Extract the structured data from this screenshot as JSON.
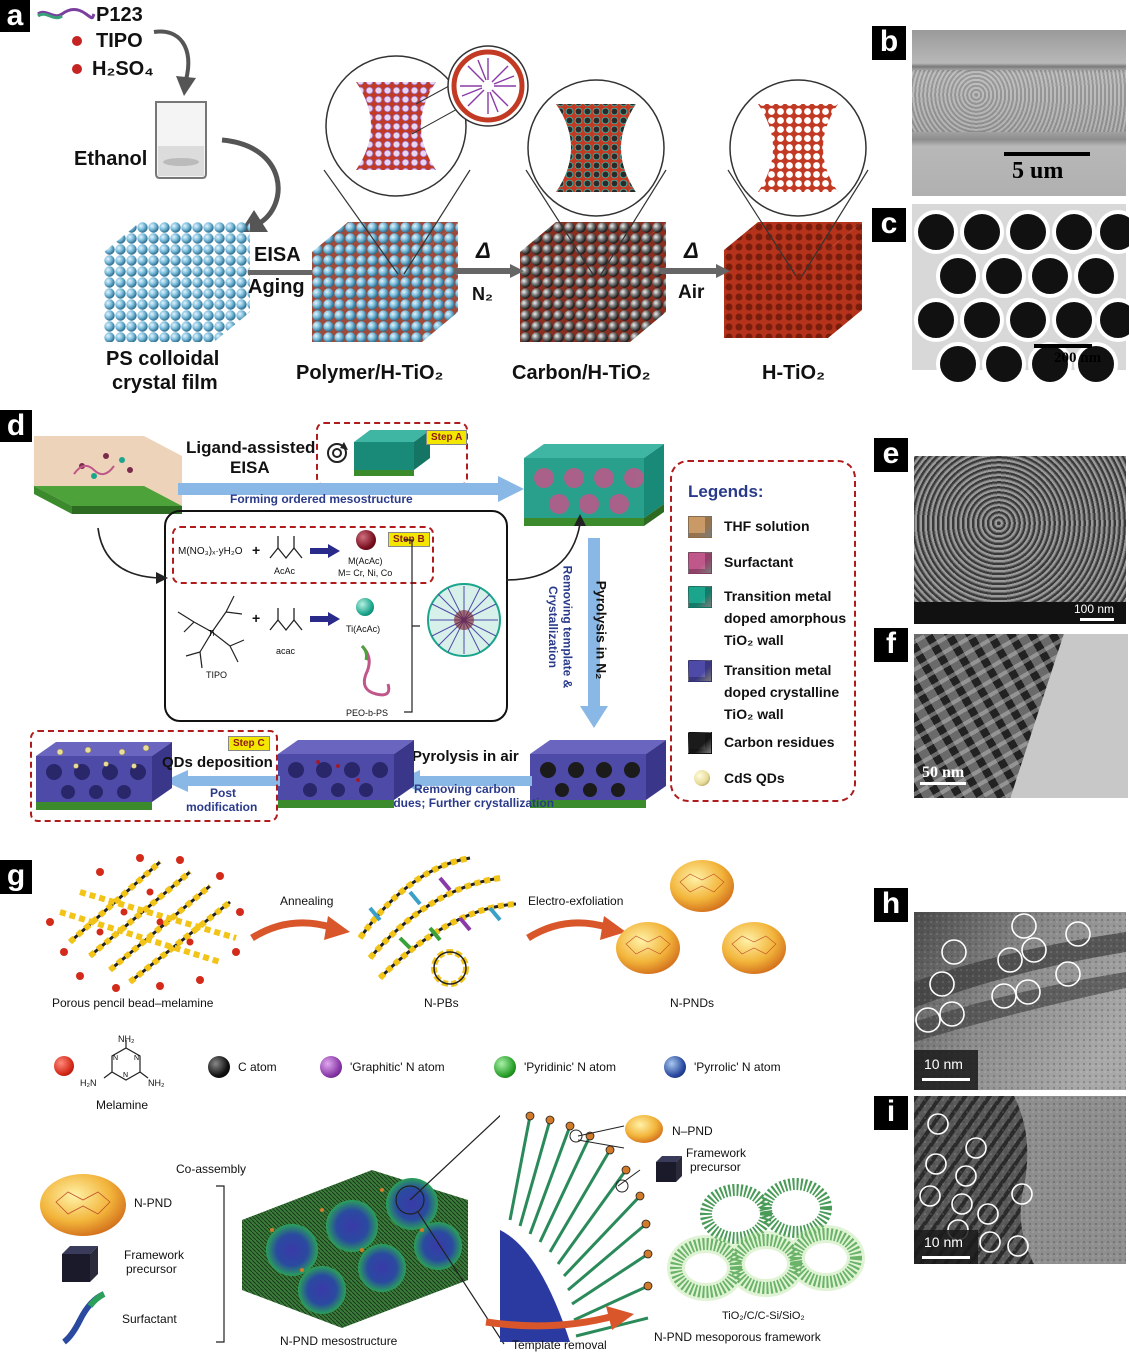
{
  "panels": {
    "a": "a",
    "b": "b",
    "c": "c",
    "d": "d",
    "e": "e",
    "f": "f",
    "g": "g",
    "h": "h",
    "i": "i"
  },
  "panel_a": {
    "reagents": [
      "P123",
      "TIPO",
      "H₂SO₄"
    ],
    "solvent": "Ethanol",
    "step1_top": "EISA",
    "step1_bottom": "Aging",
    "step2_top": "Δ",
    "step2_bottom": "N₂",
    "step3_top": "Δ",
    "step3_bottom": "Air",
    "stage1_line1": "PS colloidal",
    "stage1_line2": "crystal film",
    "stage2": "Polymer/H-TiO₂",
    "stage3": "Carbon/H-TiO₂",
    "stage4": "H-TiO₂"
  },
  "panel_b": {
    "scale": "5 um"
  },
  "panel_c": {
    "scale": "200 nm"
  },
  "panel_d": {
    "top_label_line1": "Ligand-assisted",
    "top_label_line2": "EISA",
    "step_a": "Step A",
    "arrow_top": "Forming ordered mesostructure",
    "step_b": "Step B",
    "eq1_left": "M(NO₃)ₓ·yH₂O",
    "eq1_reagent": "AcAc",
    "eq1_product": "M(AcAc)",
    "eq1_metals": "M= Cr, Ni, Co",
    "eq2_reagent": "acac",
    "eq2_left": "TIPO",
    "eq2_product": "Ti(AcAc)",
    "polymer": "PEO-b-PS",
    "pyrolysis_n2": "Pyrolysis in N₂",
    "removing_template": "Removing template &",
    "crystallization": "Crystallization",
    "pyrolysis_air": "Pyrolysis in air",
    "removing_carbon_1": "Removing carbon",
    "removing_carbon_2": "residues; Further crystallization",
    "step_c": "Step C",
    "qds": "QDs deposition",
    "post_1": "Post",
    "post_2": "modification",
    "legends_title": "Legends:",
    "legends": [
      {
        "label": [
          "THF solution"
        ],
        "color": "#c99a66"
      },
      {
        "label": [
          "Surfactant"
        ],
        "color": "#c0578a"
      },
      {
        "label": [
          "Transition metal",
          "doped amorphous",
          "TiO₂ wall"
        ],
        "color": "#1aa58c"
      },
      {
        "label": [
          "Transition metal",
          "doped crystalline",
          "TiO₂ wall"
        ],
        "color": "#4e4aa8"
      },
      {
        "label": [
          "Carbon residues"
        ],
        "color": "#1b1b1b"
      },
      {
        "label": [
          "CdS QDs"
        ],
        "color": "#e8dd9a"
      }
    ]
  },
  "panel_e": {
    "scale": "100 nm"
  },
  "panel_f": {
    "scale": "50 nm"
  },
  "panel_g": {
    "stage1": "Porous pencil bead–melamine",
    "arrow1": "Annealing",
    "stage2": "N-PBs",
    "arrow2": "Electro-exfoliation",
    "stage3": "N-PNDs",
    "melamine": "Melamine",
    "nh2_top": "NH₂",
    "nh2_left": "H₂N",
    "nh2_right": "NH₂",
    "c_atom": "C atom",
    "graphitic": "'Graphitic' N atom",
    "pyridinic": "'Pyridinic' N atom",
    "pyrrolic": "'Pyrrolic' N atom",
    "coassembly": "Co-assembly",
    "n_pnd": "N-PND",
    "framework_1": "Framework",
    "framework_2": "precursor",
    "surfactant": "Surfactant",
    "mesostructure": "N-PND mesostructure",
    "template_removal": "Template removal",
    "n_pnd_right": "N–PND",
    "framework_right_1": "Framework",
    "framework_right_2": "precursor",
    "tio2": "TiO₂/C/C-Si/SiO₂",
    "framework_final": "N-PND mesoporous framework"
  },
  "panel_h": {
    "scale": "10 nm"
  },
  "panel_i": {
    "scale": "10 nm"
  },
  "colors": {
    "red_accent": "#b01b1b",
    "blue_arrow": "#8ab8e6",
    "tio2_red": "#b5331b"
  }
}
